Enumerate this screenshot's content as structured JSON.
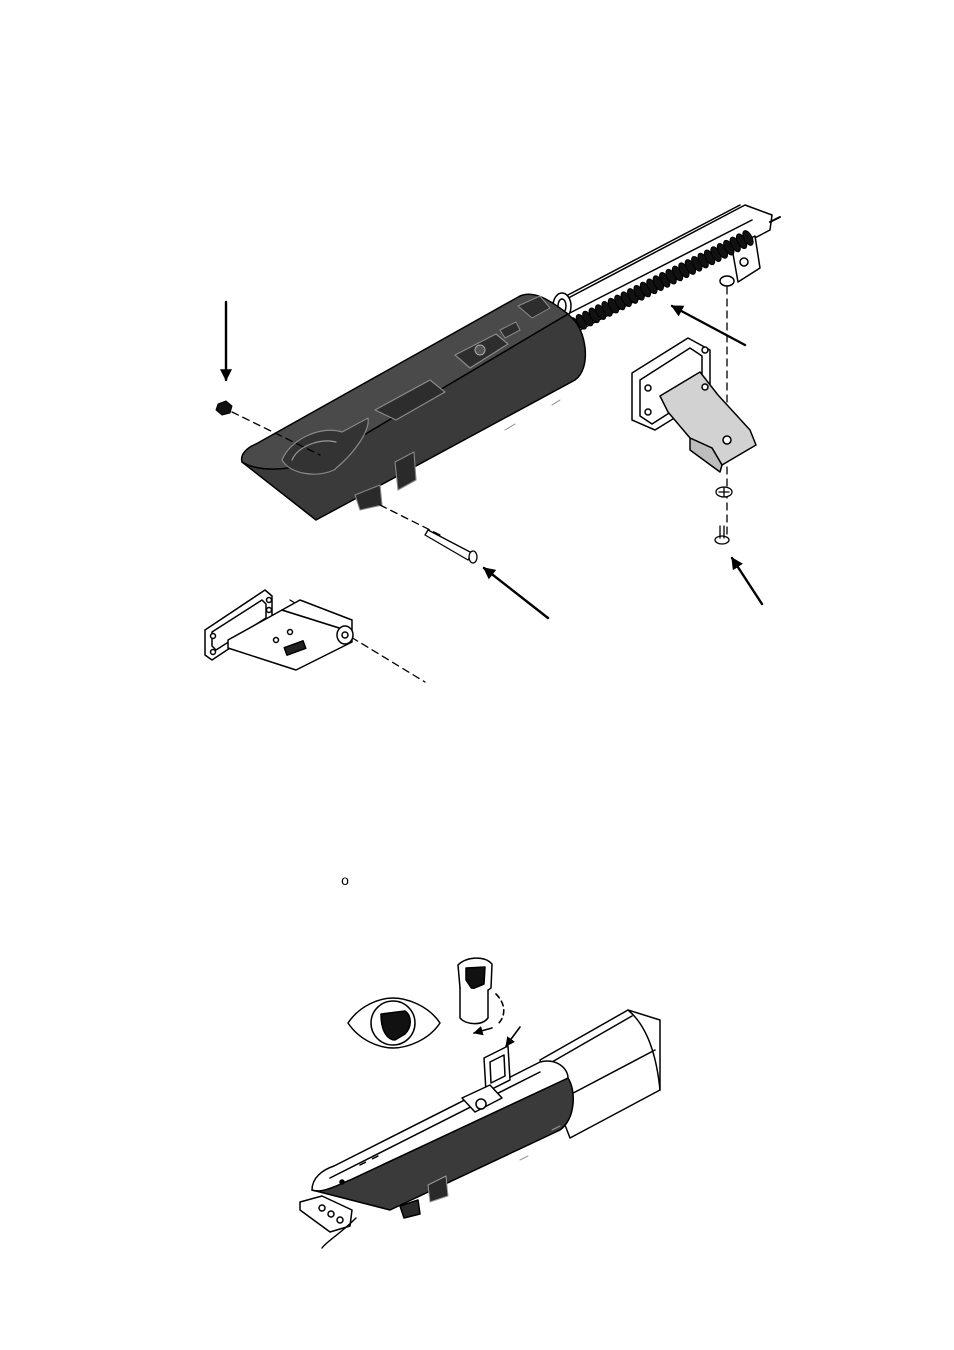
{
  "page": {
    "background": "#ffffff",
    "line_color": "#000000",
    "housing_fill": "#3a3a3a",
    "bracket_fill": "#d2d2d2"
  },
  "figures": [
    {
      "id": "installation-exploded-view",
      "parts": [
        "operator-body",
        "drive-rod",
        "drive-spring",
        "wall-mount-bracket",
        "door-arm-bracket",
        "fixing-pin",
        "screw",
        "washer",
        "nut"
      ],
      "arrows": 4,
      "text": []
    },
    {
      "id": "release-key-detail",
      "parts": [
        "operator-body",
        "release-cover",
        "release-key",
        "key-hole-detail"
      ],
      "arrows": 2,
      "text": [
        "o"
      ]
    }
  ],
  "bottom_marker": "o"
}
